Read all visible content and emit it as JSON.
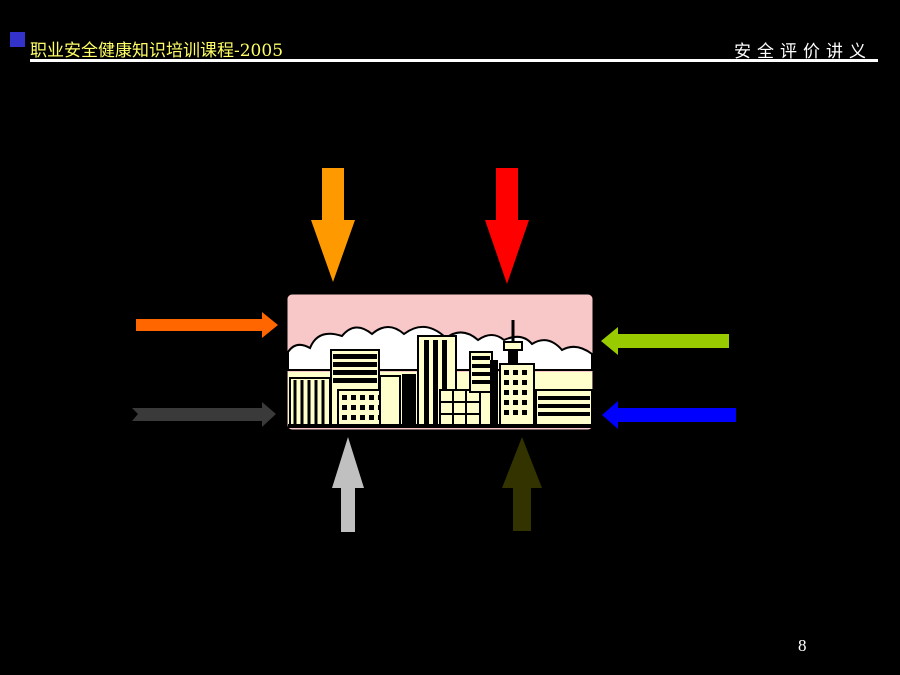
{
  "header": {
    "title": "职业安全健康知识培训课程-2005",
    "subtitle": "安全评价讲义"
  },
  "page": {
    "number": "8"
  },
  "colors": {
    "background": "#000000",
    "title_text": "#ffff66",
    "accent_square": "#3333cc",
    "arrow_top_left": "#ff9900",
    "arrow_top_right": "#ff0000",
    "arrow_left_top": "#ff6600",
    "arrow_left_bottom": "#3a3a3a",
    "arrow_right_top": "#99cc00",
    "arrow_right_bottom": "#0000ff",
    "arrow_bottom_left": "#c0c0c0",
    "arrow_bottom_right": "#333300",
    "city_sky": "#f8c8c8",
    "city_buildings": "#ffffcc"
  },
  "diagram": {
    "center": "city-skyline-icon",
    "arrows": [
      "down",
      "down",
      "right",
      "right",
      "left",
      "left",
      "up",
      "up"
    ]
  }
}
